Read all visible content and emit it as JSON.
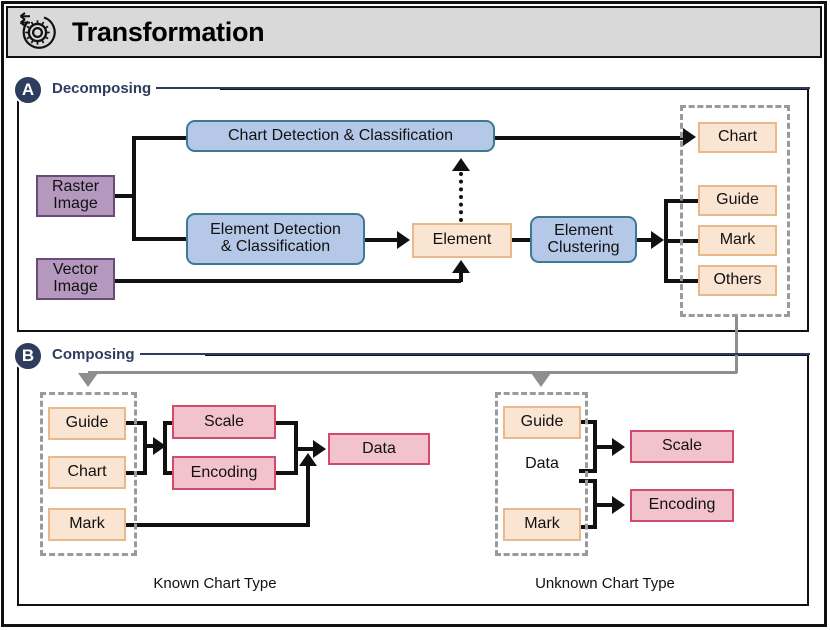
{
  "header": {
    "title": "Transformation",
    "icon": "transformation-gear-icon"
  },
  "sections": [
    {
      "id": "A",
      "badge": "A",
      "label": "Decomposing"
    },
    {
      "id": "B",
      "badge": "B",
      "label": "Composing"
    }
  ],
  "decomposing": {
    "inputs": [
      {
        "name": "raster-image",
        "label": "Raster\nImage",
        "line1": "Raster",
        "line2": "Image"
      },
      {
        "name": "vector-image",
        "label": "Vector\nImage",
        "line1": "Vector",
        "line2": "Image"
      }
    ],
    "processes": [
      {
        "name": "chart-detection-classification",
        "label": "Chart Detection & Classification"
      },
      {
        "name": "element-detection-classification",
        "line1": "Element Detection",
        "line2": "& Classification"
      },
      {
        "name": "element-clustering",
        "line1": "Element",
        "line2": "Clustering"
      }
    ],
    "element_node": {
      "name": "element",
      "label": "Element"
    },
    "outputs_group": {
      "name": "decomposing-outputs-group",
      "items": [
        {
          "name": "output-chart",
          "label": "Chart"
        },
        {
          "name": "output-guide",
          "label": "Guide"
        },
        {
          "name": "output-mark",
          "label": "Mark"
        },
        {
          "name": "output-others",
          "label": "Others"
        }
      ]
    }
  },
  "composing": {
    "known": {
      "caption": "Known Chart Type",
      "group_name": "known-inputs-group",
      "inputs": [
        {
          "name": "known-guide",
          "label": "Guide"
        },
        {
          "name": "known-chart",
          "label": "Chart"
        },
        {
          "name": "known-mark",
          "label": "Mark"
        }
      ],
      "mid": [
        {
          "name": "known-scale",
          "label": "Scale"
        },
        {
          "name": "known-encoding",
          "label": "Encoding"
        }
      ],
      "output": {
        "name": "known-data",
        "label": "Data"
      }
    },
    "unknown": {
      "caption": "Unknown Chart Type",
      "group_name": "unknown-inputs-group",
      "inputs": [
        {
          "name": "unknown-guide",
          "label": "Guide"
        },
        {
          "name": "unknown-data",
          "label": "Data"
        },
        {
          "name": "unknown-mark",
          "label": "Mark"
        }
      ],
      "outputs": [
        {
          "name": "unknown-scale",
          "label": "Scale"
        },
        {
          "name": "unknown-encoding",
          "label": "Encoding"
        }
      ]
    }
  },
  "colors": {
    "title_bar": "#d9d9d9",
    "frame": "#111111",
    "badge_navy": "#2e3c5d",
    "purple_fill": "#b498bd",
    "purple_border": "#6a4b77",
    "blue_fill": "#b6c8e8",
    "blue_border": "#3c7a93",
    "peach_fill": "#fae4d2",
    "peach_border": "#eab98b",
    "pink_fill": "#f2c2cd",
    "pink_border": "#d04c6a",
    "dashed_gray": "#9a9a9a",
    "connector_gray": "#8e8e8e"
  }
}
